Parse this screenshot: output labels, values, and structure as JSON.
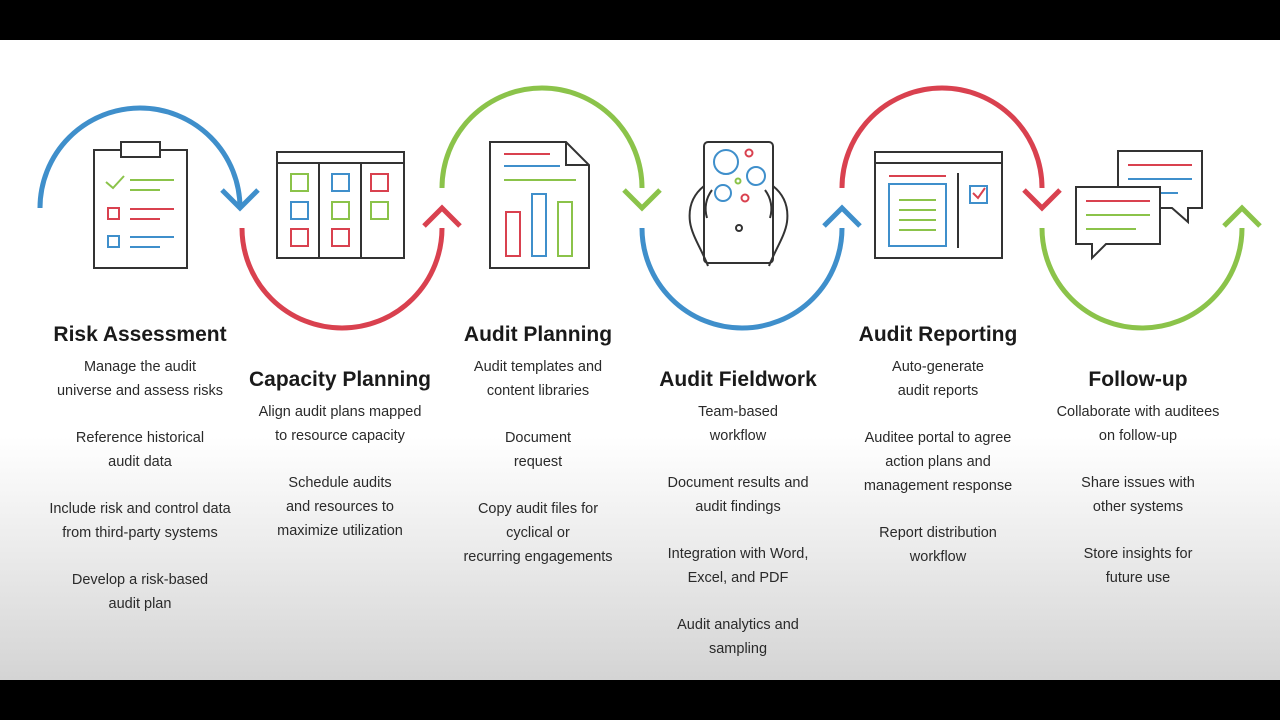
{
  "colors": {
    "blue": "#3f8fcb",
    "red": "#d9414f",
    "green": "#8bc34a",
    "ink": "#333333"
  },
  "steps": [
    {
      "title": "Risk Assessment",
      "items": [
        "Manage the audit\nuniverse and assess risks",
        "Reference historical\naudit data",
        "Include risk and control data\nfrom third-party systems",
        "Develop a risk-based\naudit plan"
      ]
    },
    {
      "title": "Capacity Planning",
      "items": [
        "Align audit plans mapped\nto resource capacity",
        "Schedule audits\nand resources to\nmaximize utilization"
      ]
    },
    {
      "title": "Audit Planning",
      "items": [
        "Audit templates and\ncontent libraries",
        "Document\nrequest",
        "Copy audit files for\ncyclical or\nrecurring engagements"
      ]
    },
    {
      "title": "Audit Fieldwork",
      "items": [
        "Team-based\nworkflow",
        "Document results and\naudit findings",
        "Integration with Word,\nExcel, and PDF",
        "Audit analytics and\nsampling"
      ]
    },
    {
      "title": "Audit Reporting",
      "items": [
        "Auto-generate\naudit reports",
        "Auditee portal to agree\naction plans and\nmanagement response",
        "Report distribution\nworkflow"
      ]
    },
    {
      "title": "Follow-up",
      "items": [
        "Collaborate with auditees\non follow-up",
        "Share issues with\nother systems",
        "Store insights for\nfuture use"
      ]
    }
  ]
}
